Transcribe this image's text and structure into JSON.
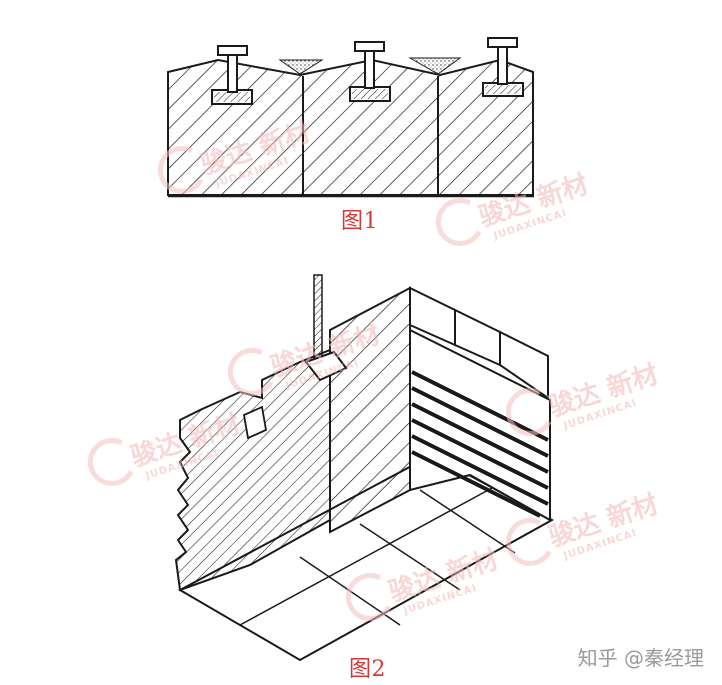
{
  "figures": {
    "fig1": {
      "caption": "图1"
    },
    "fig2": {
      "caption": "图2"
    }
  },
  "watermark": {
    "brand": "骏达 新材",
    "sub": "JUDAXINCAI"
  },
  "credit": "知乎 @秦经理",
  "colors": {
    "ink": "#1a1a1a",
    "caption": "#d23a3a",
    "watermark": "#f2b8b8",
    "credit": "#9a9a9a"
  }
}
